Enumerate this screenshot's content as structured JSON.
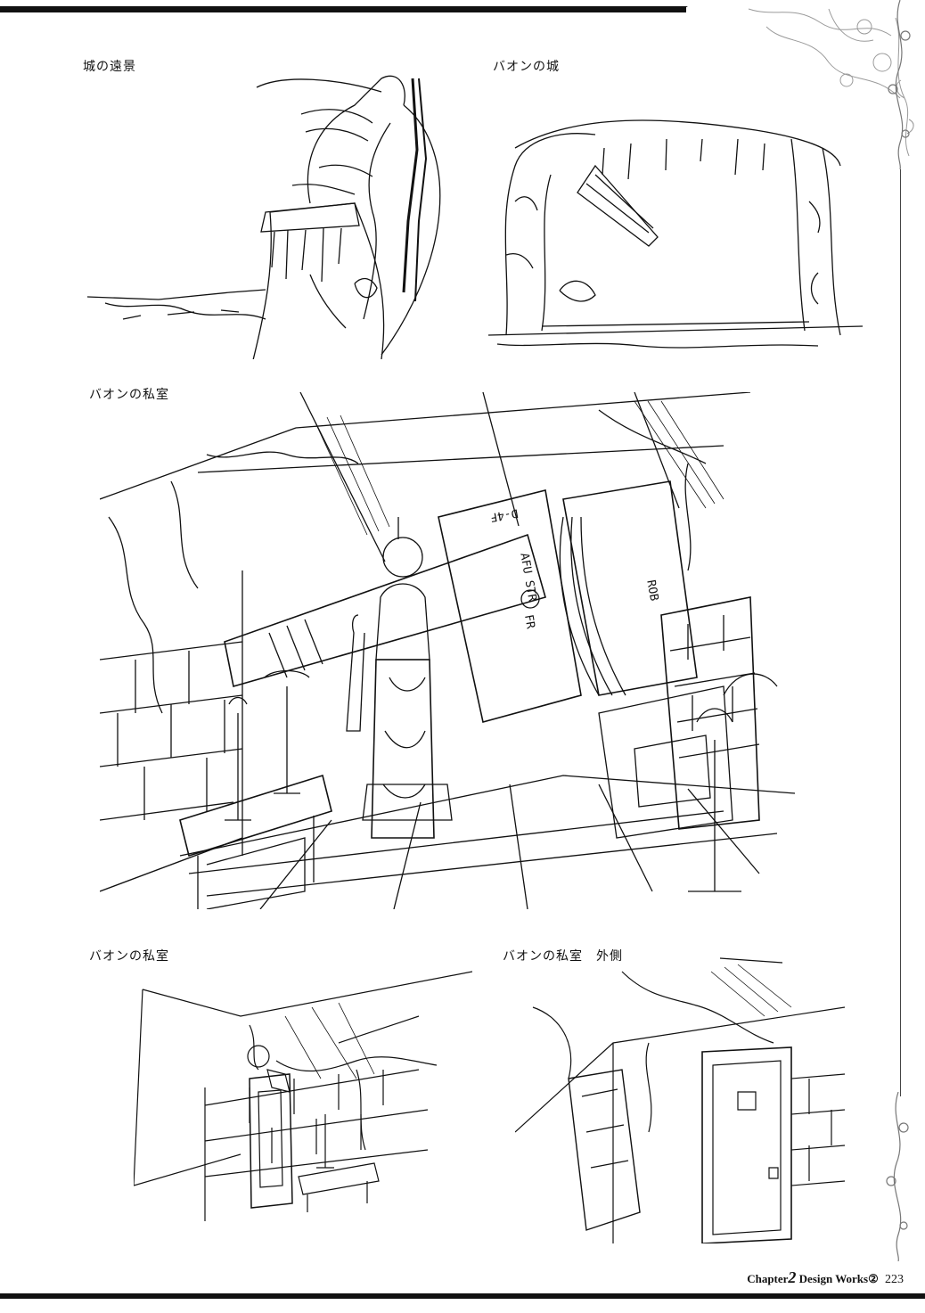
{
  "captions": {
    "castle_distant": "城の遠景",
    "baon_castle": "バオンの城",
    "baon_room_main": "バオンの私室",
    "baon_room_small": "バオンの私室",
    "baon_room_outside": "バオンの私室　外側"
  },
  "signs": {
    "sign_d4f": "D-4F",
    "sign_afu_str": "AFU STR",
    "sign_fr": "FR",
    "sign_rob": "ROB"
  },
  "footer": {
    "chapter_word": "Chapter",
    "chapter_num": "2",
    "section": "Design Works②",
    "page_number": "223"
  },
  "colors": {
    "ink": "#111111",
    "paper": "#ffffff",
    "ornament": "#9a9a9a"
  }
}
